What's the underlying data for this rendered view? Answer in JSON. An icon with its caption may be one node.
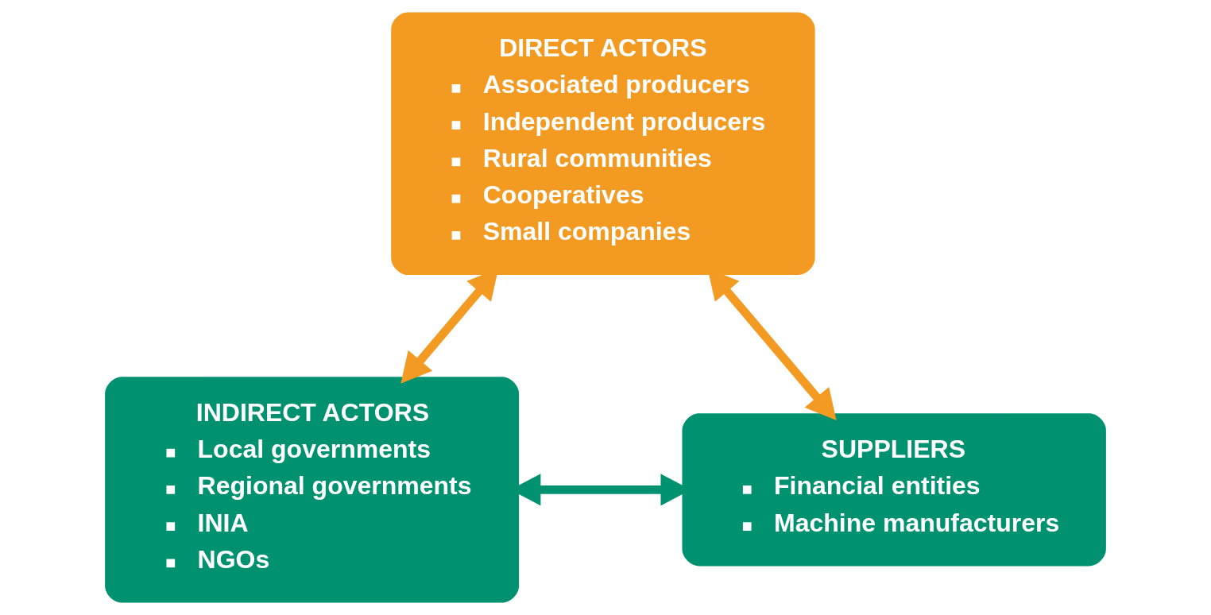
{
  "diagram": {
    "nodes": [
      {
        "text": [
          "DIRECT ACTORS",
          "Associated producers",
          "Independent producers",
          "Rural communities",
          "Cooperatives",
          "Small companies"
        ]
      },
      {
        "text": [
          "INDIRECT ACTORS",
          "Local governments",
          "Regional governments",
          "INIA",
          "NGOs"
        ]
      },
      {
        "text": [
          "SUPPLIERS",
          "Financial entities",
          "Machine manufacturers"
        ]
      }
    ],
    "edges": [
      {
        "from": 0,
        "to": 1,
        "arrow": "both",
        "color": "#f39a22"
      },
      {
        "from": 0,
        "to": 2,
        "arrow": "both",
        "color": "#f39a22"
      },
      {
        "from": 1,
        "to": 2,
        "arrow": "both",
        "color": "#009270"
      }
    ]
  }
}
